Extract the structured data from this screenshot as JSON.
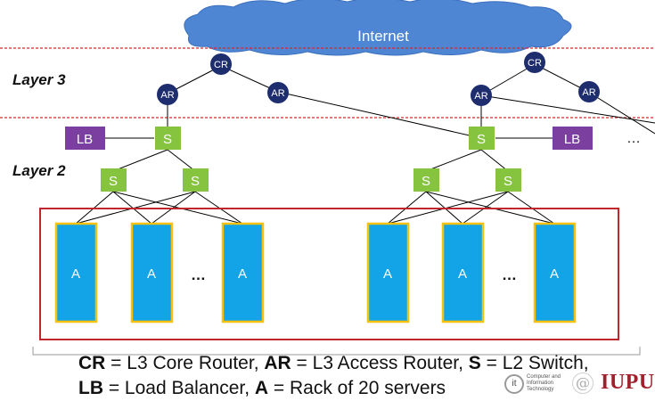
{
  "cloud_label": "Internet",
  "layer_labels": {
    "layer3": "Layer 3",
    "layer2": "Layer 2"
  },
  "nodes": {
    "core_router": "CR",
    "access_router": "AR",
    "switch": "S",
    "load_balancer": "LB",
    "rack": "A",
    "ellipsis": "…"
  },
  "legend": {
    "line1": [
      {
        "abbr": "CR",
        "text": " = L3 Core Router, "
      },
      {
        "abbr": "AR",
        "text": " = L3 Access Router, "
      },
      {
        "abbr": "S",
        "text": " = L2 Switch,"
      }
    ],
    "line2": [
      {
        "abbr": "LB",
        "text": " = Load Balancer, "
      },
      {
        "abbr": "A",
        "text": " = Rack of 20 servers"
      }
    ]
  },
  "logo": {
    "dept_line1": "Computer and",
    "dept_line2": "Information",
    "dept_line3": "Technology",
    "at": "@",
    "university": "IUPUI"
  },
  "colors": {
    "cloud": "#4f86d3",
    "router": "#1e2d6e",
    "switch": "#86c440",
    "load_balancer": "#7b3fa0",
    "rack_fill": "#13a4e8",
    "rack_border": "#f4c20d",
    "layer_line": "#d9262b",
    "server_box": "#c0272d"
  }
}
